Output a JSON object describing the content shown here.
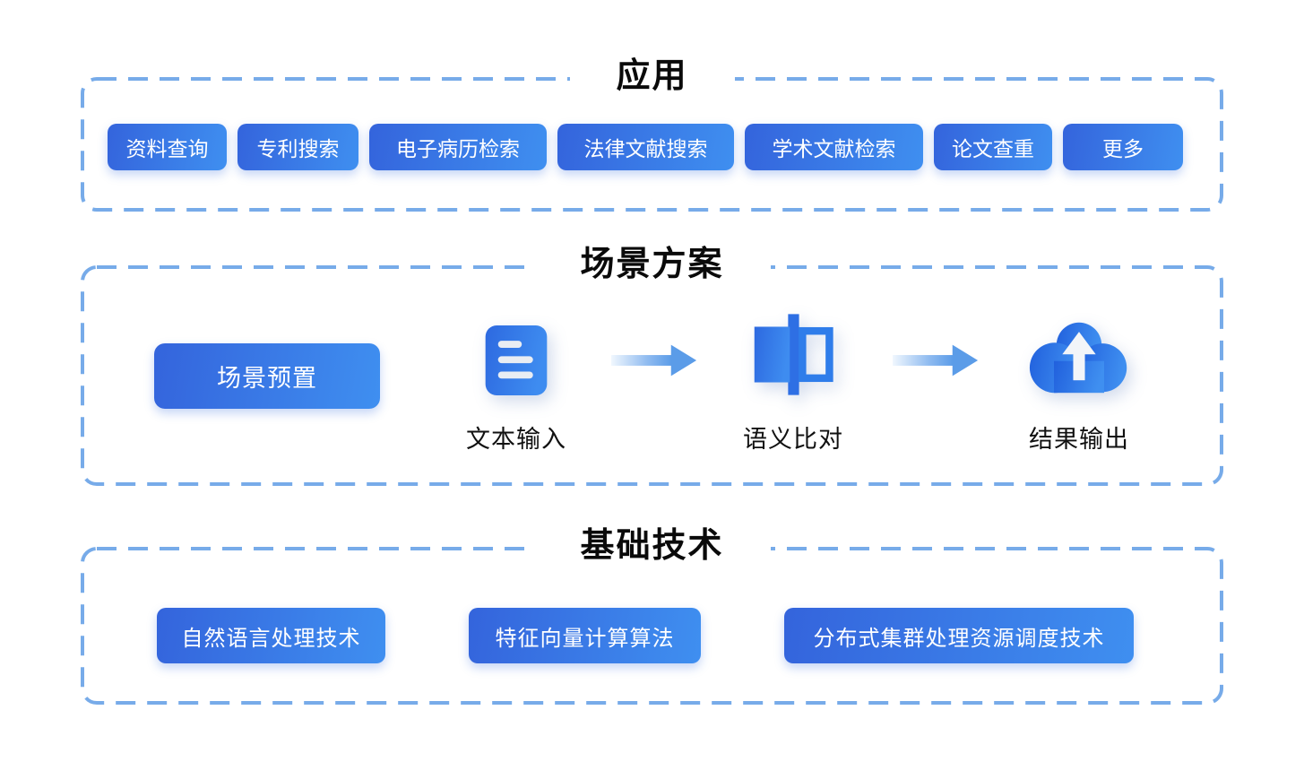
{
  "sections": {
    "applications": {
      "title": "应用",
      "buttons": [
        "资料查询",
        "专利搜索",
        "电子病历检索",
        "法律文献搜索",
        "学术文献检索",
        "论文查重",
        "更多"
      ]
    },
    "scenario": {
      "title": "场景方案",
      "preset_button": "场景预置",
      "flow_steps": [
        {
          "icon": "document-icon",
          "label": "文本输入"
        },
        {
          "icon": "compare-icon",
          "label": "语义比对"
        },
        {
          "icon": "cloud-upload-icon",
          "label": "结果输出"
        }
      ]
    },
    "technology": {
      "title": "基础技术",
      "buttons": [
        "自然语言处理技术",
        "特征向量计算算法",
        "分布式集群处理资源调度技术"
      ]
    }
  },
  "colors": {
    "dashed_border": "#77abe9",
    "button_gradient_start": "#3464dc",
    "button_gradient_end": "#3f8ff0",
    "icon_gradient_start": "#2d69e0",
    "icon_gradient_end": "#3e8cf0",
    "arrow_blue": "#5b9ce8",
    "title_text": "#0a0a0a",
    "button_text": "#ffffff",
    "background": "#ffffff"
  }
}
